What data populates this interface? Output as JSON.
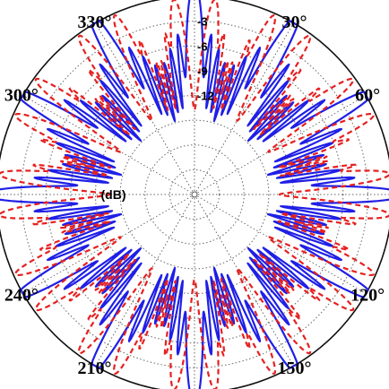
{
  "chart_data": {
    "type": "polar-line",
    "unit_label": "(dB)",
    "angle_tick_labels": [
      {
        "angle": 330,
        "label": "330°"
      },
      {
        "angle": 30,
        "label": "30°"
      },
      {
        "angle": 300,
        "label": "300°"
      },
      {
        "angle": 60,
        "label": "60°"
      },
      {
        "angle": 240,
        "label": "240°"
      },
      {
        "angle": 120,
        "label": "120°"
      },
      {
        "angle": 210,
        "label": "210°"
      },
      {
        "angle": 150,
        "label": "150°"
      }
    ],
    "radial_tick_labels": [
      {
        "value": -3,
        "label": "-3"
      },
      {
        "value": -6,
        "label": "-6"
      },
      {
        "value": -9,
        "label": "-9"
      },
      {
        "value": -12,
        "label": "-12"
      }
    ],
    "radial_range_db": [
      -24,
      0
    ],
    "angular_grid_step_deg": 30,
    "lobe_centers_deg": [
      0,
      30,
      60,
      90,
      120,
      150,
      180,
      210,
      240,
      270,
      300,
      330
    ],
    "series": [
      {
        "color": "#1f1fe6",
        "style": "solid",
        "main_lobe_peak_db": 0,
        "main_lobe_half_width_deg": 3,
        "side_lobes": [
          {
            "offset_deg": 6,
            "db": -8
          },
          {
            "offset_deg": 9.5,
            "db": -10
          },
          {
            "offset_deg": 13,
            "db": -12.5
          }
        ],
        "null_db": -15
      },
      {
        "color": "#e62020",
        "style": "dashed",
        "main_lobe_peak_db": -2,
        "main_lobe_offsets_deg": [
          -6,
          6
        ],
        "main_lobe_half_width_deg": 3,
        "side_lobes": [
          {
            "offset_deg": 10.5,
            "db": -9
          },
          {
            "offset_deg": 14,
            "db": -12
          }
        ],
        "null_db": -15
      }
    ]
  }
}
